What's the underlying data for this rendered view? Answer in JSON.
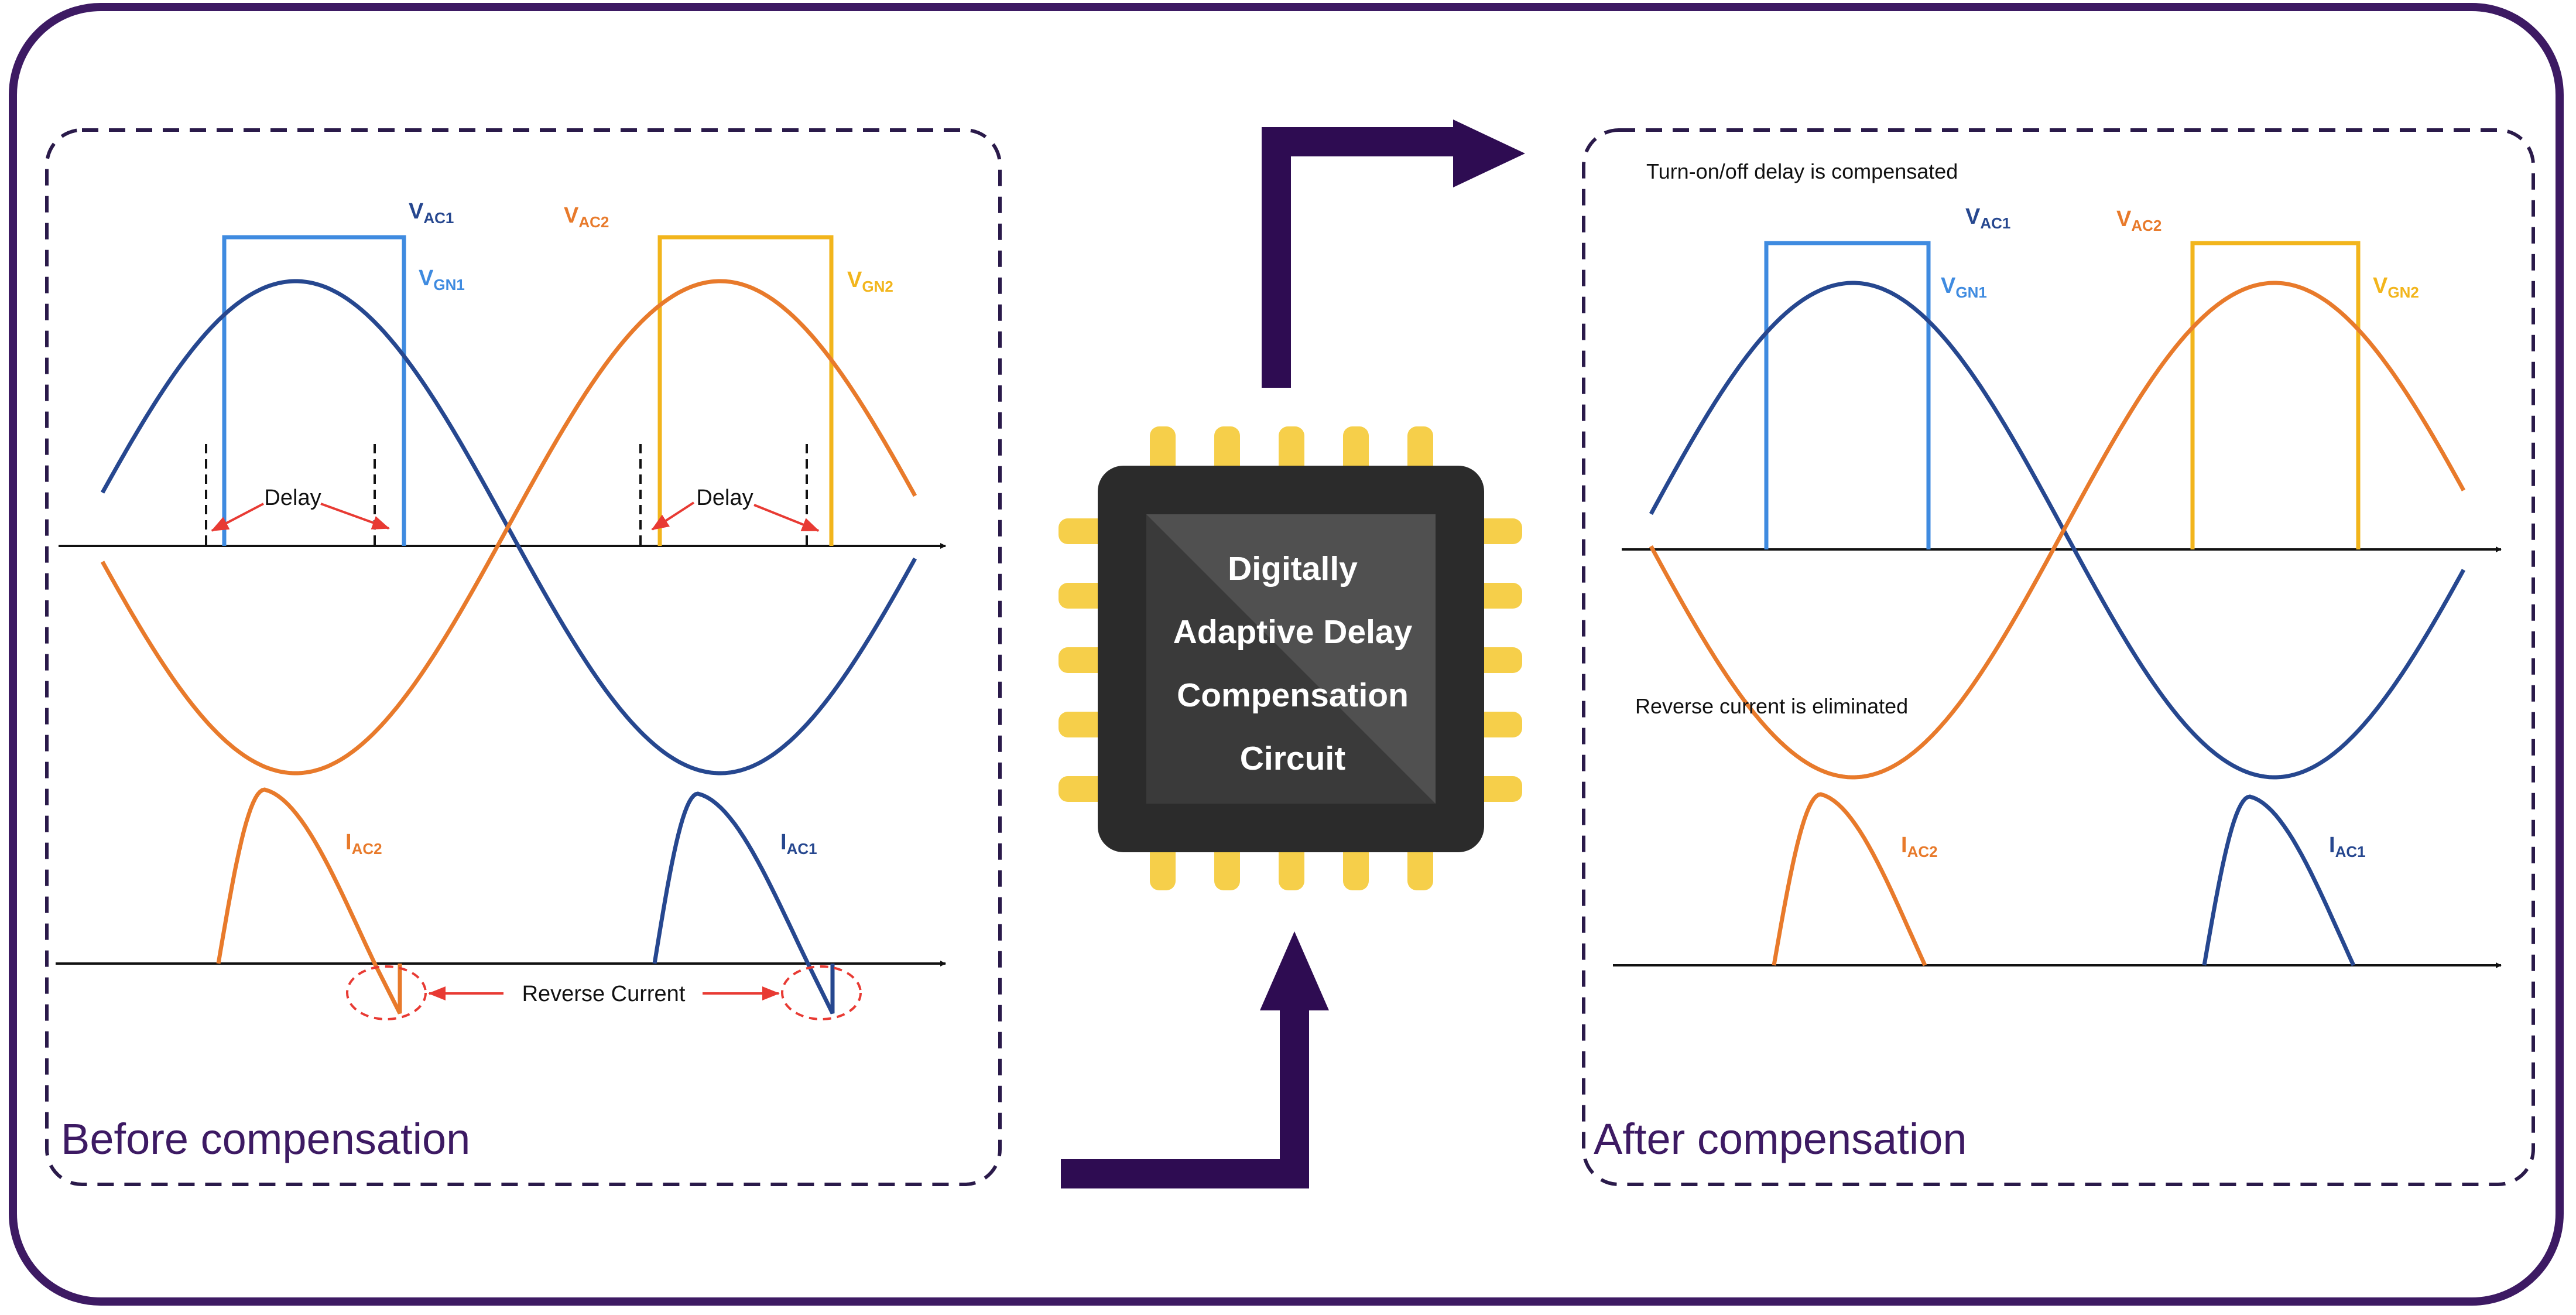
{
  "colors": {
    "frame": "#3d1a63",
    "arrow": "#2e0c52",
    "navy": "#26478f",
    "blue": "#3f8be0",
    "orange": "#e87a2b",
    "gold": "#f2b51c",
    "red": "#e83a33",
    "black": "#111111",
    "chip_body": "#2b2b2b",
    "chip_die_dark": "#3a3a3a",
    "chip_die_light": "#505050",
    "pin": "#f6cf4a"
  },
  "before": {
    "title": "Before compensation",
    "delay_label_1": "Delay",
    "delay_label_2": "Delay",
    "reverse_label": "Reverse Current",
    "labels": {
      "vac1": {
        "main": "V",
        "sub": "AC1"
      },
      "vac2": {
        "main": "V",
        "sub": "AC2"
      },
      "vgn1": {
        "main": "V",
        "sub": "GN1"
      },
      "vgn2": {
        "main": "V",
        "sub": "GN2"
      },
      "iac2": {
        "main": "I",
        "sub": "AC2"
      },
      "iac1": {
        "main": "I",
        "sub": "AC1"
      }
    }
  },
  "after": {
    "title": "After compensation",
    "note_top": "Turn-on/off delay is compensated",
    "note_mid": "Reverse current is eliminated",
    "labels": {
      "vac1": {
        "main": "V",
        "sub": "AC1"
      },
      "vac2": {
        "main": "V",
        "sub": "AC2"
      },
      "vgn1": {
        "main": "V",
        "sub": "GN1"
      },
      "vgn2": {
        "main": "V",
        "sub": "GN2"
      },
      "iac2": {
        "main": "I",
        "sub": "AC2"
      },
      "iac1": {
        "main": "I",
        "sub": "AC1"
      }
    }
  },
  "chip": {
    "line1": "Digitally",
    "line2": "Adaptive Delay",
    "line3": "Compensation",
    "line4": "Circuit"
  }
}
